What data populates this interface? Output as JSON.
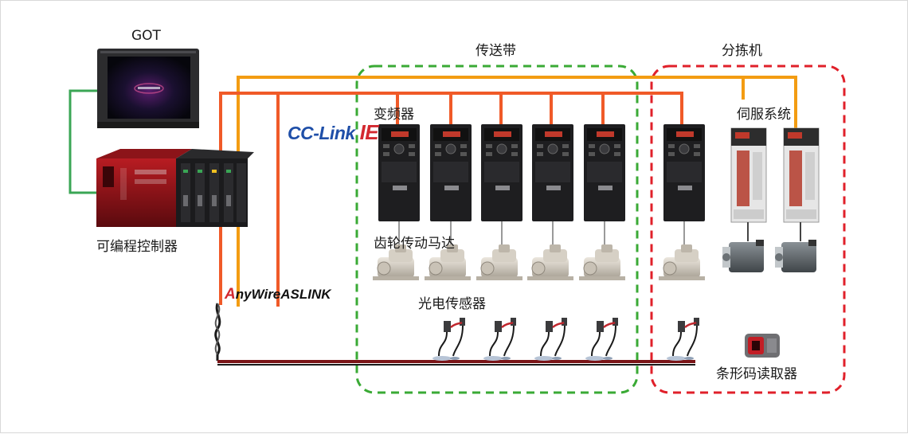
{
  "labels": {
    "got": "GOT",
    "plc": "可编程控制器",
    "conveyor": "传送带",
    "sorter": "分拣机",
    "inverter": "变频器",
    "servo": "伺服系统",
    "gear_motor": "齿轮传动马达",
    "photo_sensor": "光电传感器",
    "barcode_reader": "条形码读取器"
  },
  "networks": {
    "cclink_main": "CC-Link ",
    "cclink_ie": "IE",
    "anywire_a": "A",
    "anywire_rest": "nyWireASLINK"
  },
  "colors": {
    "cclink_line": "#f05a28",
    "anywire_line": "#f39c12",
    "got_link": "#3aa655",
    "sensor_bus": "#7a1417",
    "conveyor_box": "#3aaa35",
    "sorter_box": "#e0202a"
  }
}
